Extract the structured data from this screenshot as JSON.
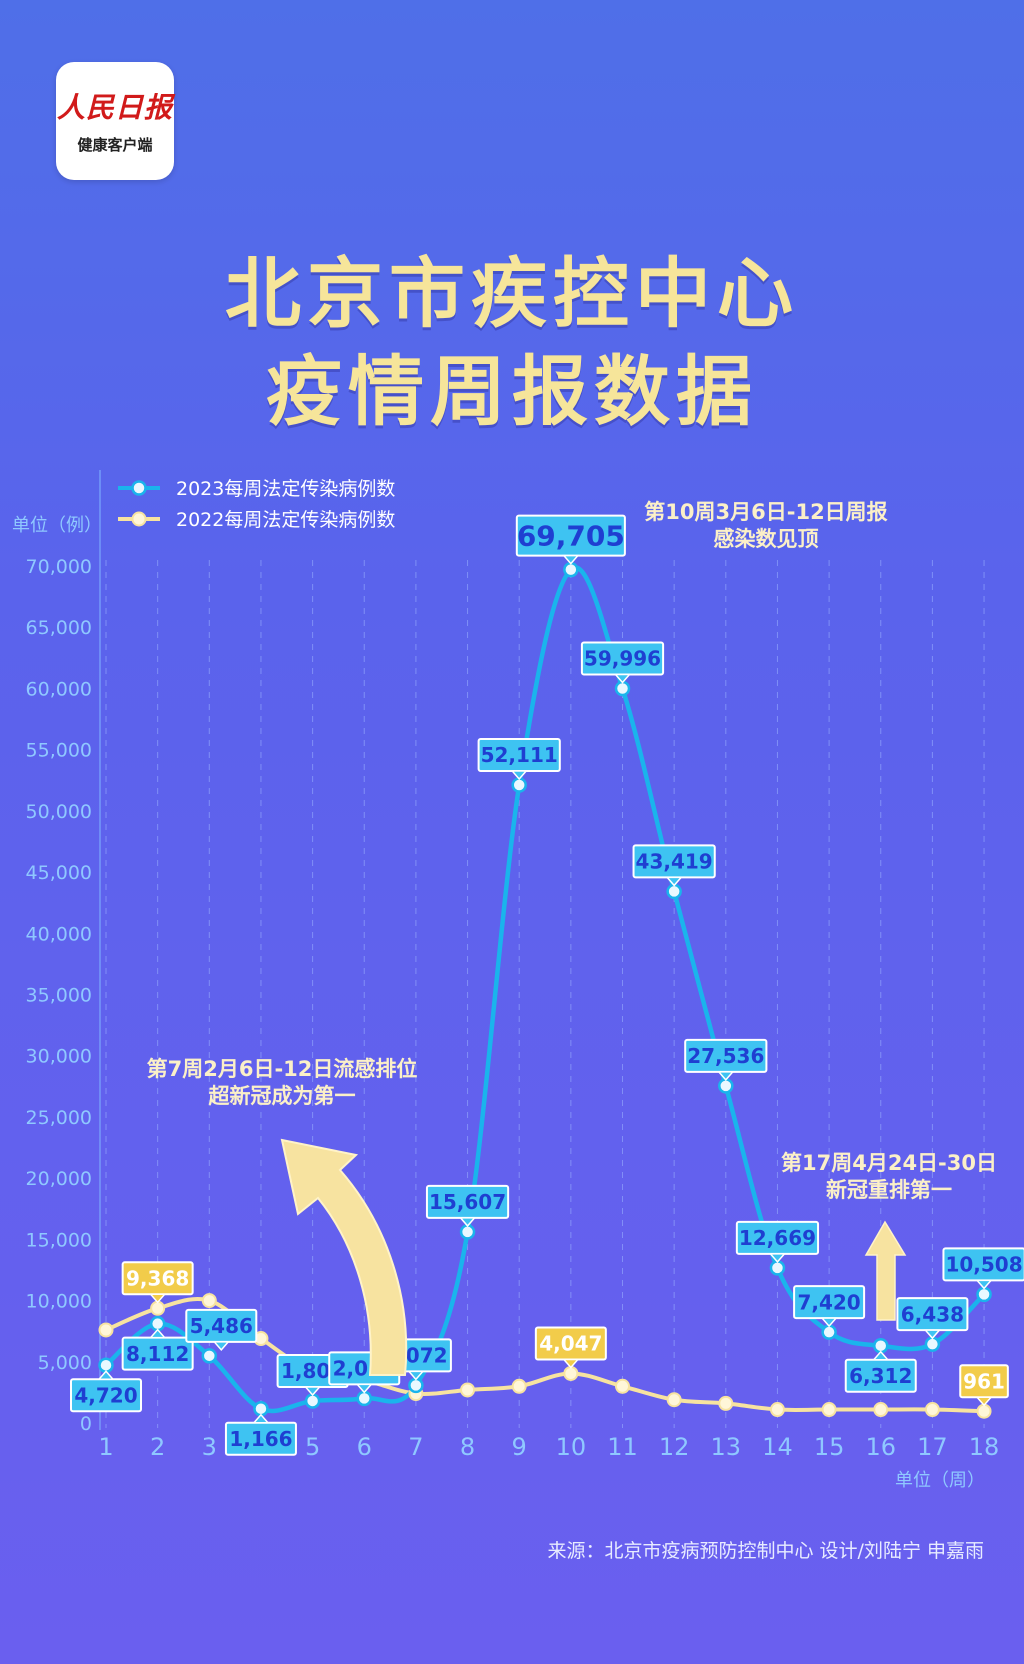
{
  "logo": {
    "main": "人民日报",
    "sub": "健康客户端"
  },
  "title_line1": "北京市疾控中心",
  "title_line2": "疫情周报数据",
  "source": "来源：北京市疫病预防控制中心    设计/刘陆宁 申嘉雨",
  "colors": {
    "series2023": "#1ab4ec",
    "series2022": "#f7e3a0",
    "label2023_bg": "#3ec3f2",
    "label2023_text": "#1f3fd1",
    "label2022_bg": "#f2cc4a",
    "label2022_text": "#ffffff",
    "axis_text": "#8fc8ff",
    "annotation_text": "#fbf0c8"
  },
  "chart_data": {
    "type": "line",
    "x": [
      1,
      2,
      3,
      4,
      5,
      6,
      7,
      8,
      9,
      10,
      11,
      12,
      13,
      14,
      15,
      16,
      17,
      18
    ],
    "xlabel": "单位（周）",
    "ylabel": "单位（例）",
    "ylim": [
      0,
      70000
    ],
    "yticks": [
      "0",
      "5,000",
      "10,000",
      "15,000",
      "20,000",
      "25,000",
      "30,000",
      "35,000",
      "40,000",
      "45,000",
      "50,000",
      "55,000",
      "60,000",
      "65,000",
      "70,000"
    ],
    "grid": "vertical dashed",
    "legend_position": "top-left",
    "series": [
      {
        "name": "2023每周法定传染病例数",
        "values": [
          4720,
          8112,
          5486,
          1166,
          1800,
          2010,
          3072,
          15607,
          52111,
          69705,
          59996,
          43419,
          27536,
          12669,
          7420,
          6312,
          6438,
          10508
        ],
        "labels": [
          "4,720",
          "8,112",
          "5,486",
          "1,166",
          "1,800",
          "2,010",
          "3,072",
          "15,607",
          "52,111",
          "69,705",
          "59,996",
          "43,419",
          "27,536",
          "12,669",
          "7,420",
          "6,312",
          "6,438",
          "10,508"
        ]
      },
      {
        "name": "2022每周法定传染病例数",
        "values": [
          7600,
          9368,
          10000,
          6900,
          4200,
          3500,
          2400,
          2700,
          3000,
          4047,
          3000,
          1900,
          1600,
          1100,
          1100,
          1100,
          1100,
          961
        ],
        "labels": {
          "2": "9,368",
          "10": "4,047",
          "18": "961"
        }
      }
    ],
    "annotations": [
      {
        "lines": [
          "第10周3月6日-12日周报",
          "感染数见顶"
        ]
      },
      {
        "lines": [
          "第7周2月6日-12日流感排位",
          "超新冠成为第一"
        ]
      },
      {
        "lines": [
          "第17周4月24日-30日",
          "新冠重排第一"
        ]
      }
    ]
  }
}
